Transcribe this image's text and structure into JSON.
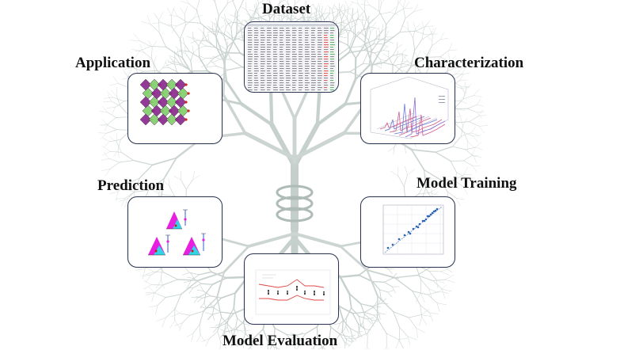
{
  "stages": {
    "dataset": "Dataset",
    "characterization": "Characterization",
    "model_training": "Model Training",
    "model_evaluation": "Model Evaluation",
    "prediction": "Prediction",
    "application": "Application"
  },
  "colors": {
    "panel_border": "#2a3350",
    "tree": "#c9d3d0",
    "crystal_purple": "#8a2a8e",
    "crystal_green": "#7fcf6a",
    "pred_magenta": "#e81ee0",
    "pred_cyan": "#2ed6e6",
    "eval_red": "#e04848",
    "train_blue": "#2b64b5"
  }
}
